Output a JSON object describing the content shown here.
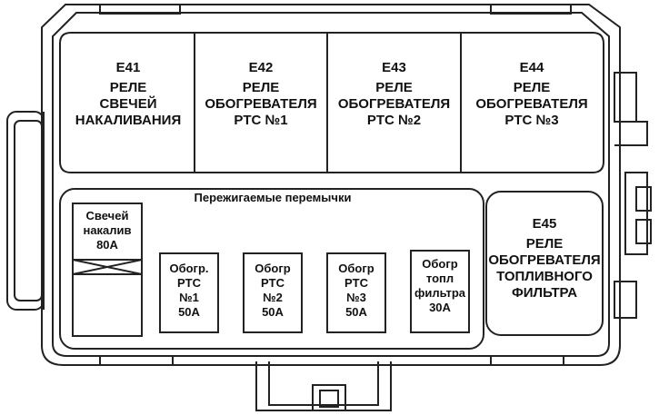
{
  "relays": [
    {
      "code": "E41",
      "name": "РЕЛЕ\nСВЕЧЕЙ\nНАКАЛИВАНИЯ"
    },
    {
      "code": "E42",
      "name": "РЕЛЕ\nОБОГРЕВАТЕЛЯ\nPTC №1"
    },
    {
      "code": "E43",
      "name": "РЕЛЕ\nОБОГРЕВАТЕЛЯ\nPTC №2"
    },
    {
      "code": "E44",
      "name": "РЕЛЕ\nОБОГРЕВАТЕЛЯ\nPTC №3"
    },
    {
      "code": "E45",
      "name": "РЕЛЕ\nОБОГРЕВАТЕЛЯ\nТОПЛИВНОГО\nФИЛЬТРА"
    }
  ],
  "fuse_panel": {
    "title": "Пережигаемые перемычки",
    "fuses": [
      {
        "label": "Свечей\nнакалив\n80А"
      },
      {
        "label": "Обогр.\nPTC\n№1\n50А"
      },
      {
        "label": "Обогр\nPTC\n№2\n50А"
      },
      {
        "label": "Обогр\nPTC\n№3\n50А"
      },
      {
        "label": "Обогр\nтопл\nфильтра\n30А"
      }
    ]
  },
  "colors": {
    "line": "#222222",
    "background": "#ffffff"
  }
}
